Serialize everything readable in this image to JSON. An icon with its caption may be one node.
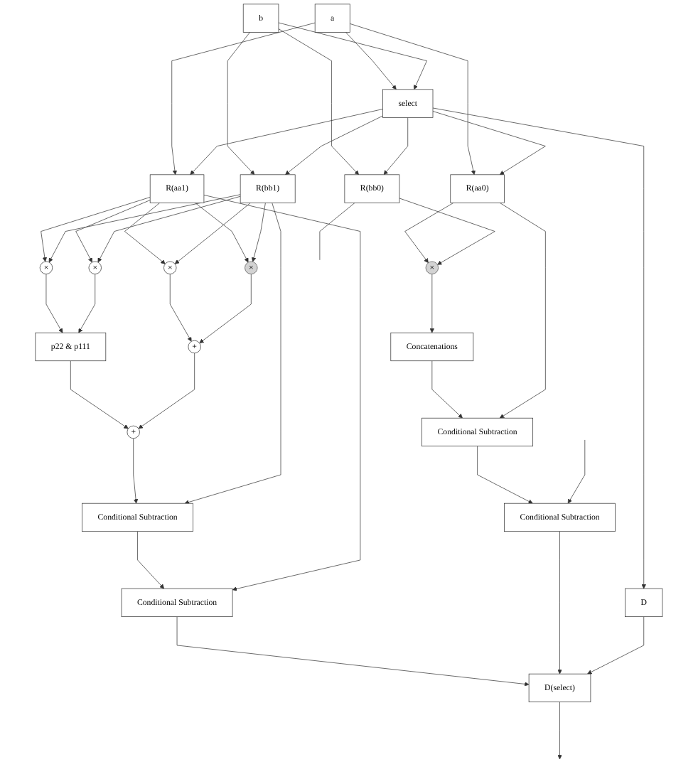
{
  "diagram": {
    "nodes": [
      {
        "text": [
          "a"
        ]
      },
      {
        "text": [
          "b"
        ]
      },
      {
        "text": [
          "select"
        ]
      },
      {
        "text": [
          "R(aa1)"
        ]
      },
      {
        "text": [
          "R(bb1)"
        ]
      },
      {
        "text": [
          "R(aa0)"
        ]
      },
      {
        "text": [
          "R(bb0)"
        ]
      },
      {
        "text": [
          "×"
        ]
      },
      {
        "text": [
          "×"
        ]
      },
      {
        "text": [
          "×"
        ]
      },
      {
        "text": [
          "×"
        ]
      },
      {
        "text": [
          "p22 & p111"
        ]
      },
      {
        "text": [
          "+"
        ]
      },
      {
        "text": [
          "+"
        ]
      },
      {
        "text": [
          "Conditional Subtraction"
        ]
      },
      {
        "text": [
          "Conditional Subtraction"
        ]
      },
      {
        "text": [
          "×"
        ]
      },
      {
        "text": [
          "Concatenations"
        ]
      },
      {
        "text": [
          "Conditional Subtraction"
        ]
      },
      {
        "text": [
          "Conditional Subtraction"
        ]
      },
      {
        "text": [
          "D"
        ]
      },
      {
        "text": [
          "D(select)"
        ]
      }
    ],
    "edges": [
      {
        "from": 0,
        "to": 2,
        "arrow": "to"
      },
      {
        "from": 1,
        "to": 2,
        "arrow": "to"
      },
      {
        "from": 0,
        "to": 3,
        "arrow": "to"
      },
      {
        "from": 0,
        "to": 5,
        "arrow": "to"
      },
      {
        "from": 1,
        "to": 4,
        "arrow": "to"
      },
      {
        "from": 1,
        "to": 6,
        "arrow": "to"
      },
      {
        "from": 2,
        "to": 3,
        "arrow": "to"
      },
      {
        "from": 2,
        "to": 4,
        "arrow": "to"
      },
      {
        "from": 2,
        "to": 5,
        "arrow": "to"
      },
      {
        "from": 2,
        "to": 6,
        "arrow": "to"
      },
      {
        "from": 3,
        "to": 7,
        "arrow": "to"
      },
      {
        "from": 4,
        "to": 7,
        "arrow": "to"
      },
      {
        "from": 3,
        "to": 8,
        "arrow": "to"
      },
      {
        "from": 4,
        "to": 8,
        "arrow": "to"
      },
      {
        "from": 3,
        "to": 9,
        "arrow": "to"
      },
      {
        "from": 4,
        "to": 9,
        "arrow": "to"
      },
      {
        "from": 3,
        "to": 10,
        "arrow": "to"
      },
      {
        "from": 4,
        "to": 10,
        "arrow": "to"
      },
      {
        "from": 7,
        "to": 11,
        "arrow": "to"
      },
      {
        "from": 8,
        "to": 11,
        "arrow": "to"
      },
      {
        "from": 9,
        "to": 12,
        "arrow": "to"
      },
      {
        "from": 10,
        "to": 12,
        "arrow": "to"
      },
      {
        "from": 11,
        "to": 13,
        "arrow": "to"
      },
      {
        "from": 12,
        "to": 13,
        "arrow": "to"
      },
      {
        "from": 13,
        "to": 14,
        "arrow": "to"
      },
      {
        "from": 4,
        "to": 14,
        "arrow": "to"
      },
      {
        "from": 14,
        "to": 15,
        "arrow": "to"
      },
      {
        "from": 3,
        "to": 15,
        "arrow": "to"
      },
      {
        "from": 5,
        "to": 16,
        "arrow": "to"
      },
      {
        "from": 6,
        "to": 16,
        "arrow": "to"
      },
      {
        "from": 6,
        "to": null,
        "arrow": "none"
      },
      {
        "from": 16,
        "to": 17,
        "arrow": "to"
      },
      {
        "from": 17,
        "to": 18,
        "arrow": "to"
      },
      {
        "from": 5,
        "to": 18,
        "arrow": "to"
      },
      {
        "from": 18,
        "to": 19,
        "arrow": "to"
      },
      {
        "from": null,
        "to": 19,
        "arrow": "to"
      },
      {
        "from": 2,
        "to": 20,
        "arrow": "to"
      },
      {
        "from": 15,
        "to": 21,
        "arrow": "to"
      },
      {
        "from": 19,
        "to": 21,
        "arrow": "to"
      },
      {
        "from": 20,
        "to": 21,
        "arrow": "to"
      },
      {
        "from": 21,
        "to": null,
        "arrow": "to"
      }
    ]
  }
}
